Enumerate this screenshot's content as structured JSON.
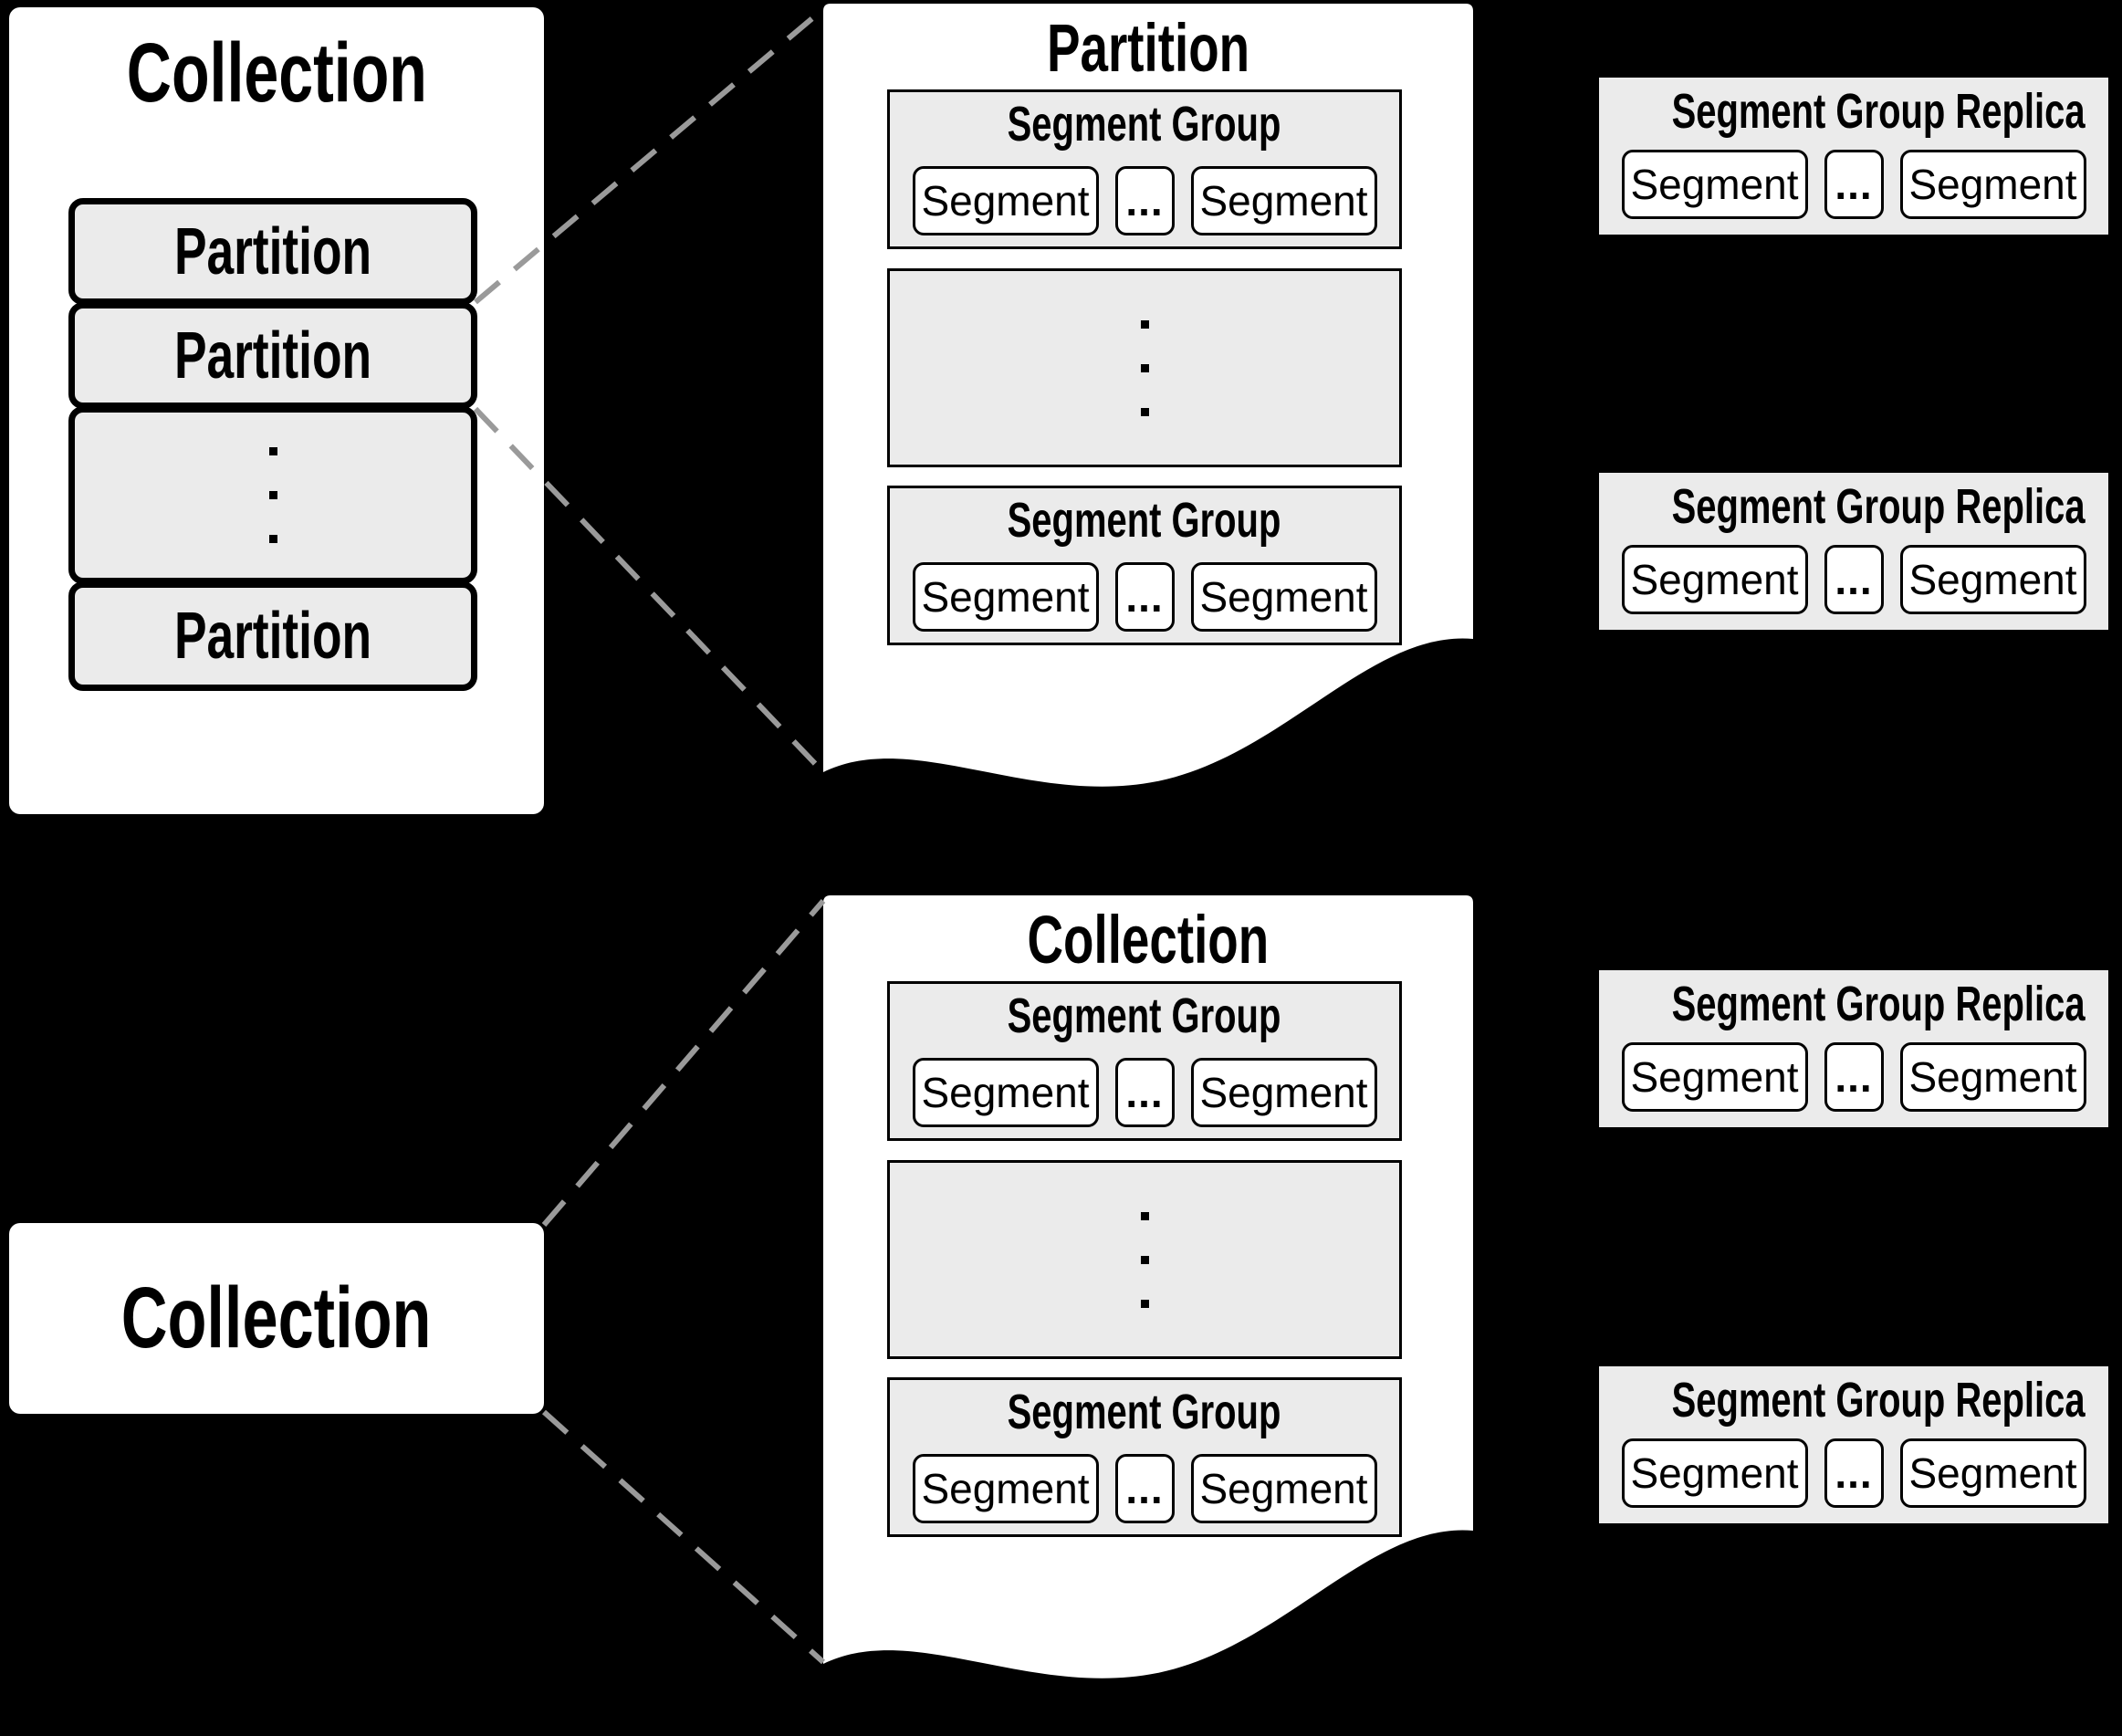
{
  "colors": {
    "background": "#000000",
    "panel_fill": "#ffffff",
    "box_fill": "#ebebeb",
    "border": "#000000",
    "dashed_line": "#9a9a9a"
  },
  "left_panel": {
    "title": "Collection",
    "partitions": [
      {
        "label": "Partition"
      },
      {
        "label": "Partition"
      },
      {
        "type": "ellipsis"
      },
      {
        "label": "Partition"
      }
    ]
  },
  "collection_box": {
    "label": "Collection"
  },
  "docs": [
    {
      "title": "Partition",
      "groups": [
        {
          "title": "Segment Group",
          "segments": [
            "Segment",
            "...",
            "Segment"
          ]
        },
        {
          "type": "ellipsis"
        },
        {
          "title": "Segment Group",
          "segments": [
            "Segment",
            "...",
            "Segment"
          ]
        }
      ]
    },
    {
      "title": "Collection",
      "groups": [
        {
          "title": "Segment Group",
          "segments": [
            "Segment",
            "...",
            "Segment"
          ]
        },
        {
          "type": "ellipsis"
        },
        {
          "title": "Segment Group",
          "segments": [
            "Segment",
            "...",
            "Segment"
          ]
        }
      ]
    }
  ],
  "replicas": [
    {
      "title": "Segment Group Replica",
      "segments": [
        "Segment",
        "...",
        "Segment"
      ]
    },
    {
      "title": "Segment Group Replica",
      "segments": [
        "Segment",
        "...",
        "Segment"
      ]
    },
    {
      "title": "Segment Group Replica",
      "segments": [
        "Segment",
        "...",
        "Segment"
      ]
    },
    {
      "title": "Segment Group Replica",
      "segments": [
        "Segment",
        "...",
        "Segment"
      ]
    }
  ]
}
